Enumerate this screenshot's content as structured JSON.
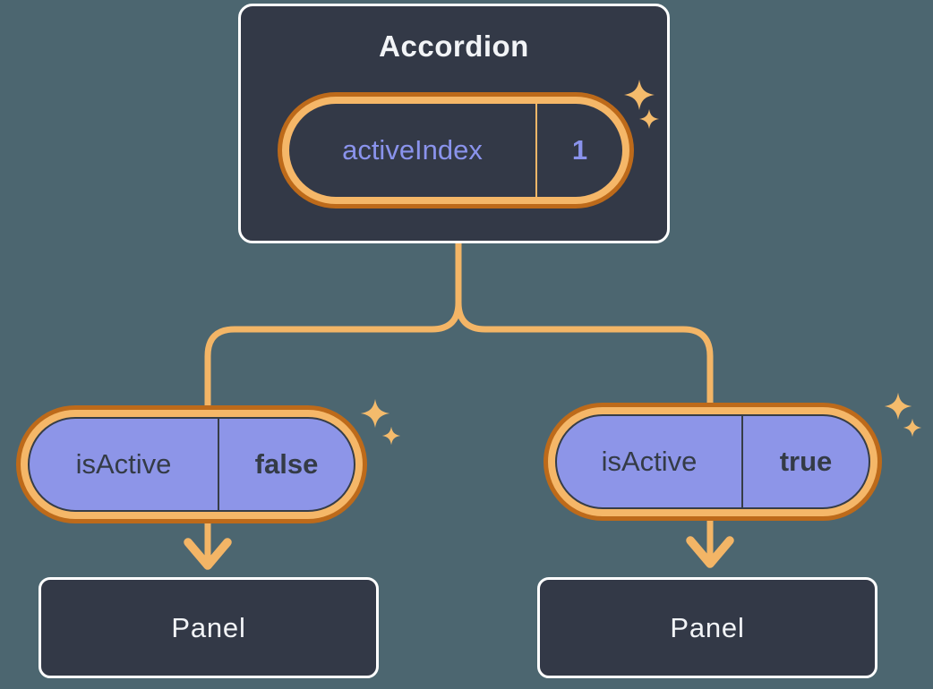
{
  "tree": {
    "root": {
      "title": "Accordion",
      "pill": {
        "label": "activeIndex",
        "value": "1"
      }
    },
    "children": [
      {
        "pill": {
          "label": "isActive",
          "value": "false"
        },
        "panel": {
          "title": "Panel"
        }
      },
      {
        "pill": {
          "label": "isActive",
          "value": "true"
        },
        "panel": {
          "title": "Panel"
        }
      }
    ]
  },
  "icons": {
    "sparkle": "four-point-star",
    "arrow": "arrow-down"
  },
  "colors": {
    "background": "#4C6670",
    "card_bg": "#333947",
    "card_border": "#FFFFFF",
    "card_text": "#F2F4F7",
    "orange_dark": "#BD6A1A",
    "orange_light": "#F5B768",
    "orange_line": "#F3B566",
    "sparkle": "#F4BB6C",
    "purple_fill": "#8D95E8",
    "purple_text": "#8A93EC",
    "dark_outline": "#363D47",
    "dark_text": "#343B46"
  }
}
